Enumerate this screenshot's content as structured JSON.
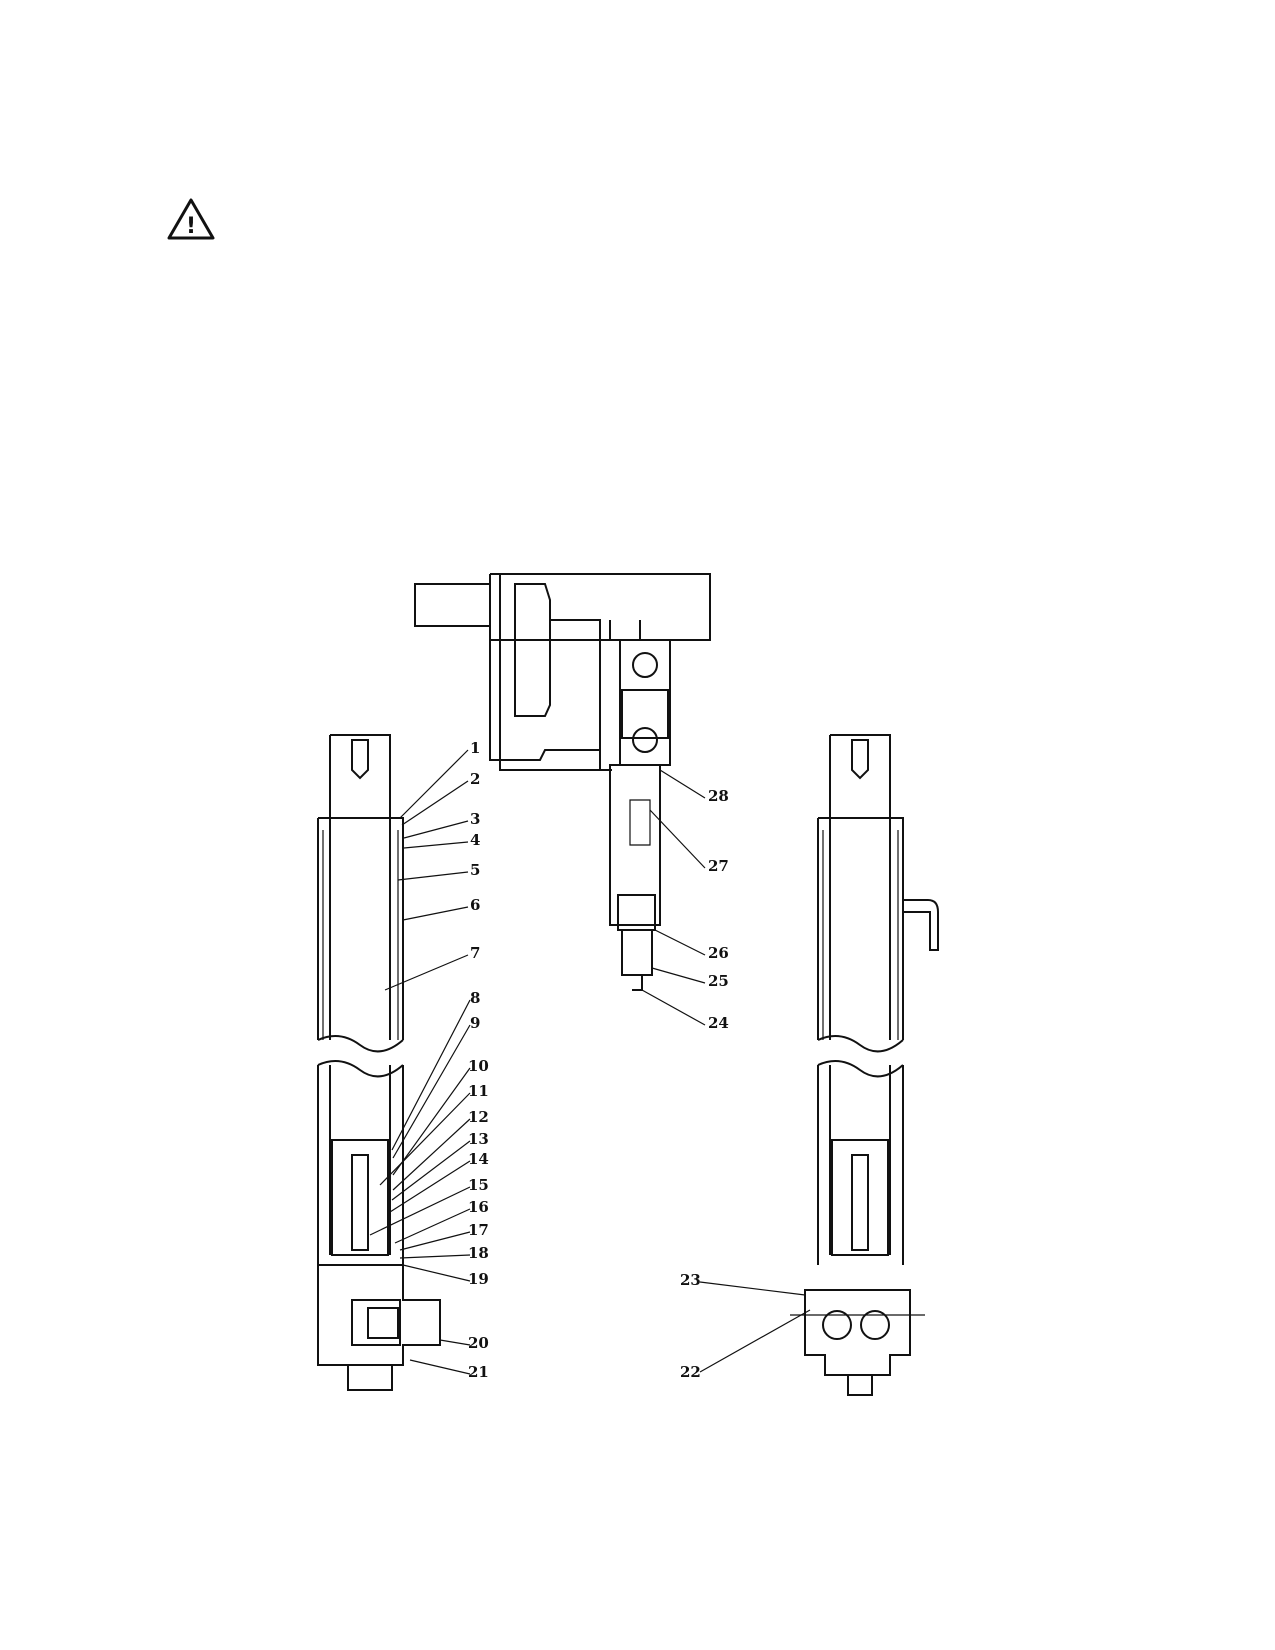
{
  "warning": {
    "icon": "warning-triangle-icon",
    "glyph": "!"
  },
  "callouts": [
    {
      "id": "1",
      "label": "1"
    },
    {
      "id": "2",
      "label": "2"
    },
    {
      "id": "3",
      "label": "3"
    },
    {
      "id": "4",
      "label": "4"
    },
    {
      "id": "5",
      "label": "5"
    },
    {
      "id": "6",
      "label": "6"
    },
    {
      "id": "7",
      "label": "7"
    },
    {
      "id": "8",
      "label": "8"
    },
    {
      "id": "9",
      "label": "9"
    },
    {
      "id": "10",
      "label": "10"
    },
    {
      "id": "11",
      "label": "11"
    },
    {
      "id": "12",
      "label": "12"
    },
    {
      "id": "13",
      "label": "13"
    },
    {
      "id": "14",
      "label": "14"
    },
    {
      "id": "15",
      "label": "15"
    },
    {
      "id": "16",
      "label": "16"
    },
    {
      "id": "17",
      "label": "17"
    },
    {
      "id": "18",
      "label": "18"
    },
    {
      "id": "19",
      "label": "19"
    },
    {
      "id": "20",
      "label": "20"
    },
    {
      "id": "21",
      "label": "21"
    },
    {
      "id": "22",
      "label": "22"
    },
    {
      "id": "23",
      "label": "23"
    },
    {
      "id": "24",
      "label": "24"
    },
    {
      "id": "25",
      "label": "25"
    },
    {
      "id": "26",
      "label": "26"
    },
    {
      "id": "27",
      "label": "27"
    },
    {
      "id": "28",
      "label": "28"
    }
  ]
}
